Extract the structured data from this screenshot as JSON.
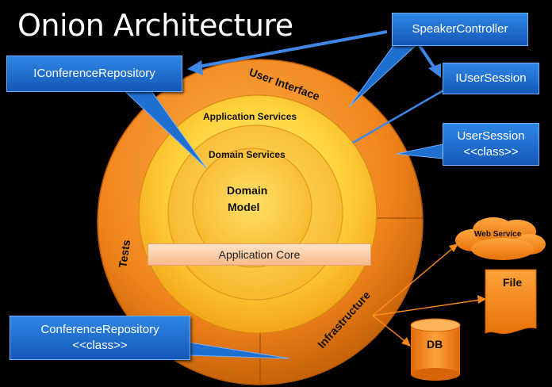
{
  "title": "Onion Architecture",
  "rings": {
    "ui": "User Interface",
    "infrastructure": "Infrastructure",
    "tests": "Tests",
    "app_services": "Application Services",
    "domain_services": "Domain Services",
    "domain_model_line1": "Domain",
    "domain_model_line2": "Model",
    "app_core": "Application Core"
  },
  "callouts": {
    "iconference_repository": "IConferenceRepository",
    "speaker_controller": "SpeakerController",
    "iuser_session": "IUserSession",
    "user_session": "UserSession",
    "user_session_stereotype": "<<class>>",
    "conference_repository": "ConferenceRepository",
    "conference_repository_stereotype": "<<class>>"
  },
  "external": {
    "web_service": "Web Service",
    "file": "File",
    "db": "DB"
  },
  "colors": {
    "background": "#000000",
    "outer_ring": "#f0841c",
    "inner_core": "#ffd23a",
    "callout_blue": "#1f6fd0"
  }
}
